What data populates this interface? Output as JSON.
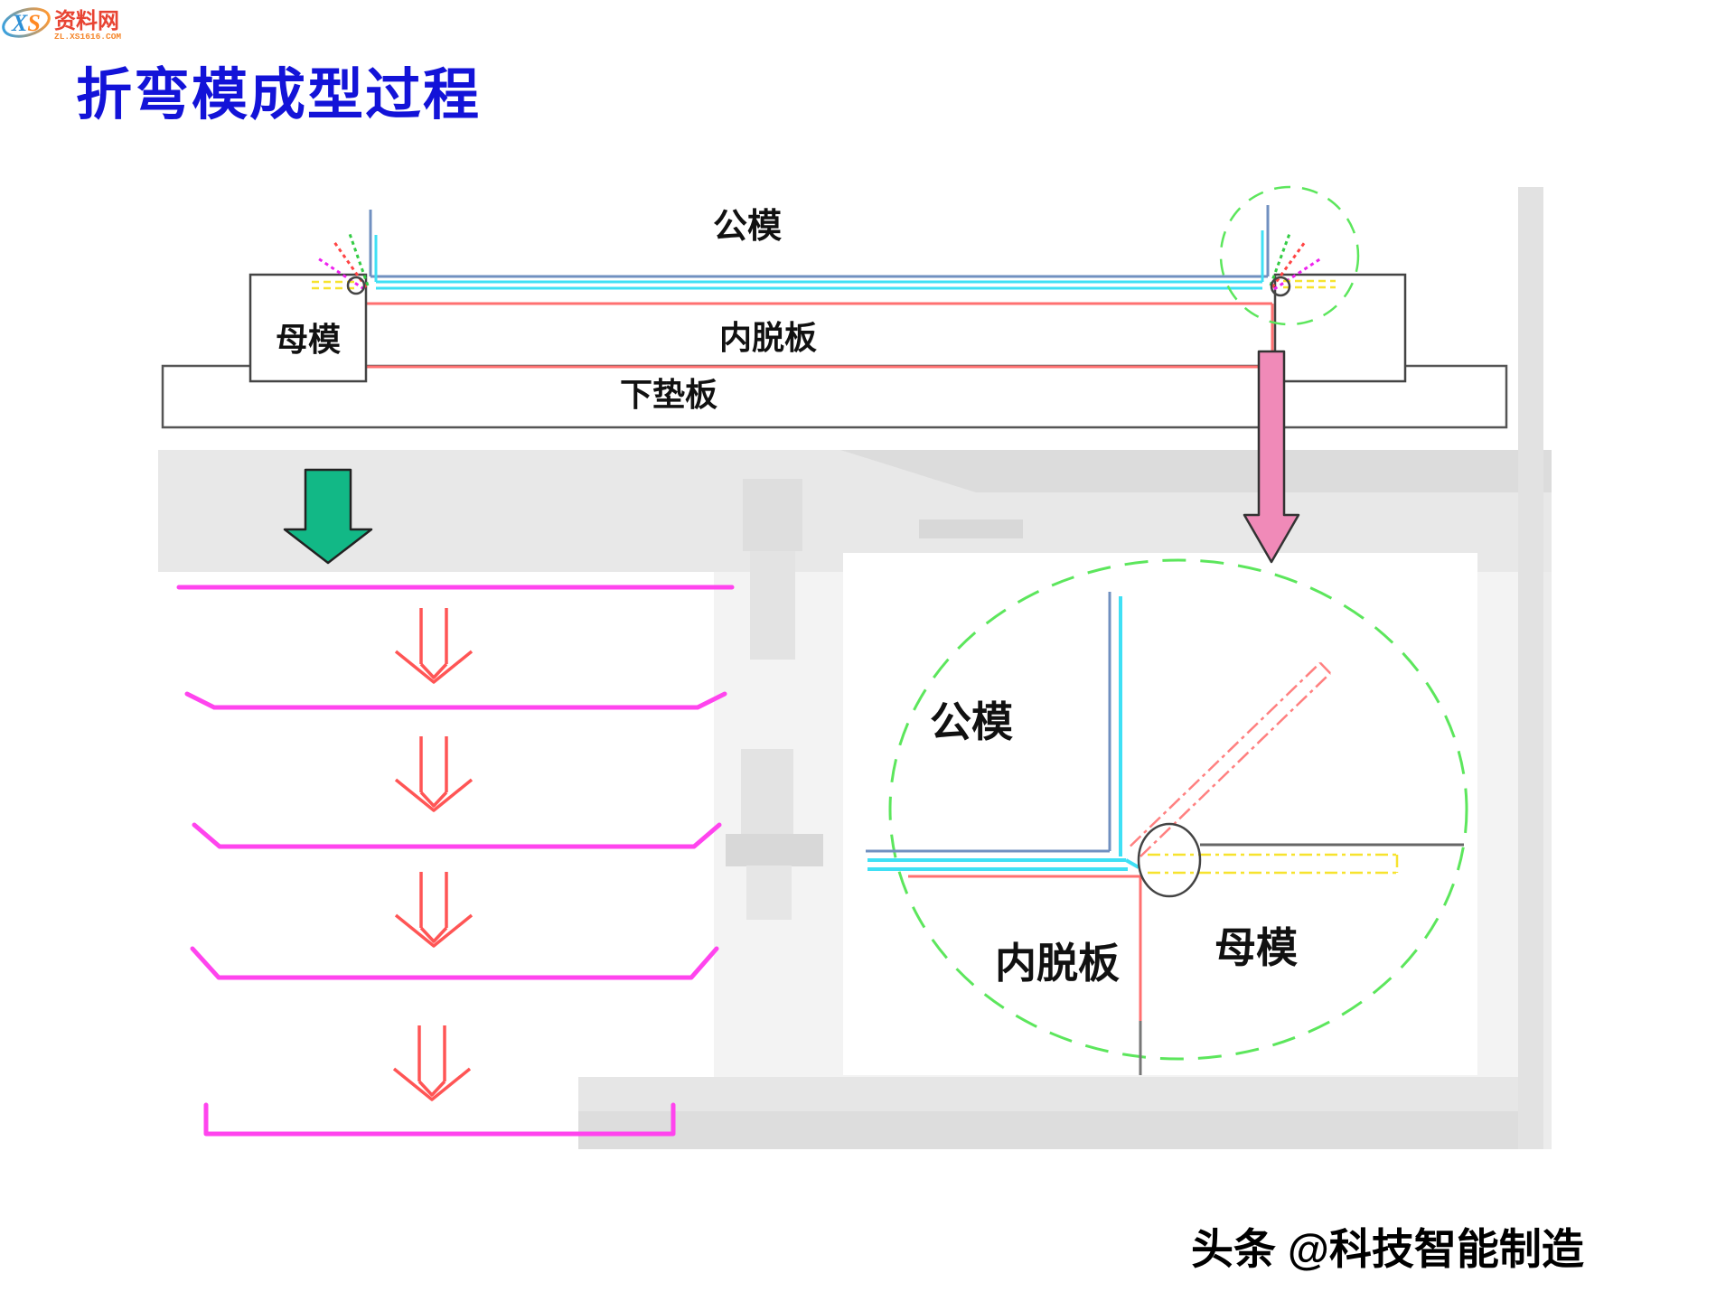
{
  "slide": {
    "title": "折弯模成型过程"
  },
  "top_diagram": {
    "punch_label": "公模",
    "die_label": "母模",
    "stripper_label": "内脱板",
    "base_plate_label": "下垫板"
  },
  "detail_panel": {
    "punch_label": "公模",
    "stripper_label": "内脱板",
    "die_label": "母模"
  },
  "watermark": {
    "byline": "头条 @科技智能制造"
  },
  "logo": {
    "letter_x": "X",
    "letter_s": "S",
    "site_name": "资料网",
    "domain": "ZL.XS1616.COM"
  },
  "colors": {
    "title_blue": "#1313d8",
    "sheet_blue": "#7090c0",
    "sheet_cyan": "#3fe0f5",
    "stripper_red": "#ff7070",
    "stage_magenta": "#ff44ee",
    "step_arrow_red": "#ff5555",
    "down_arrow_green": "#12b886",
    "down_arrow_pink": "#f08ab8",
    "guide_green_dash": "#5ce65c",
    "flange_yellow": "#f7e32e",
    "outline_gray": "#555555"
  }
}
